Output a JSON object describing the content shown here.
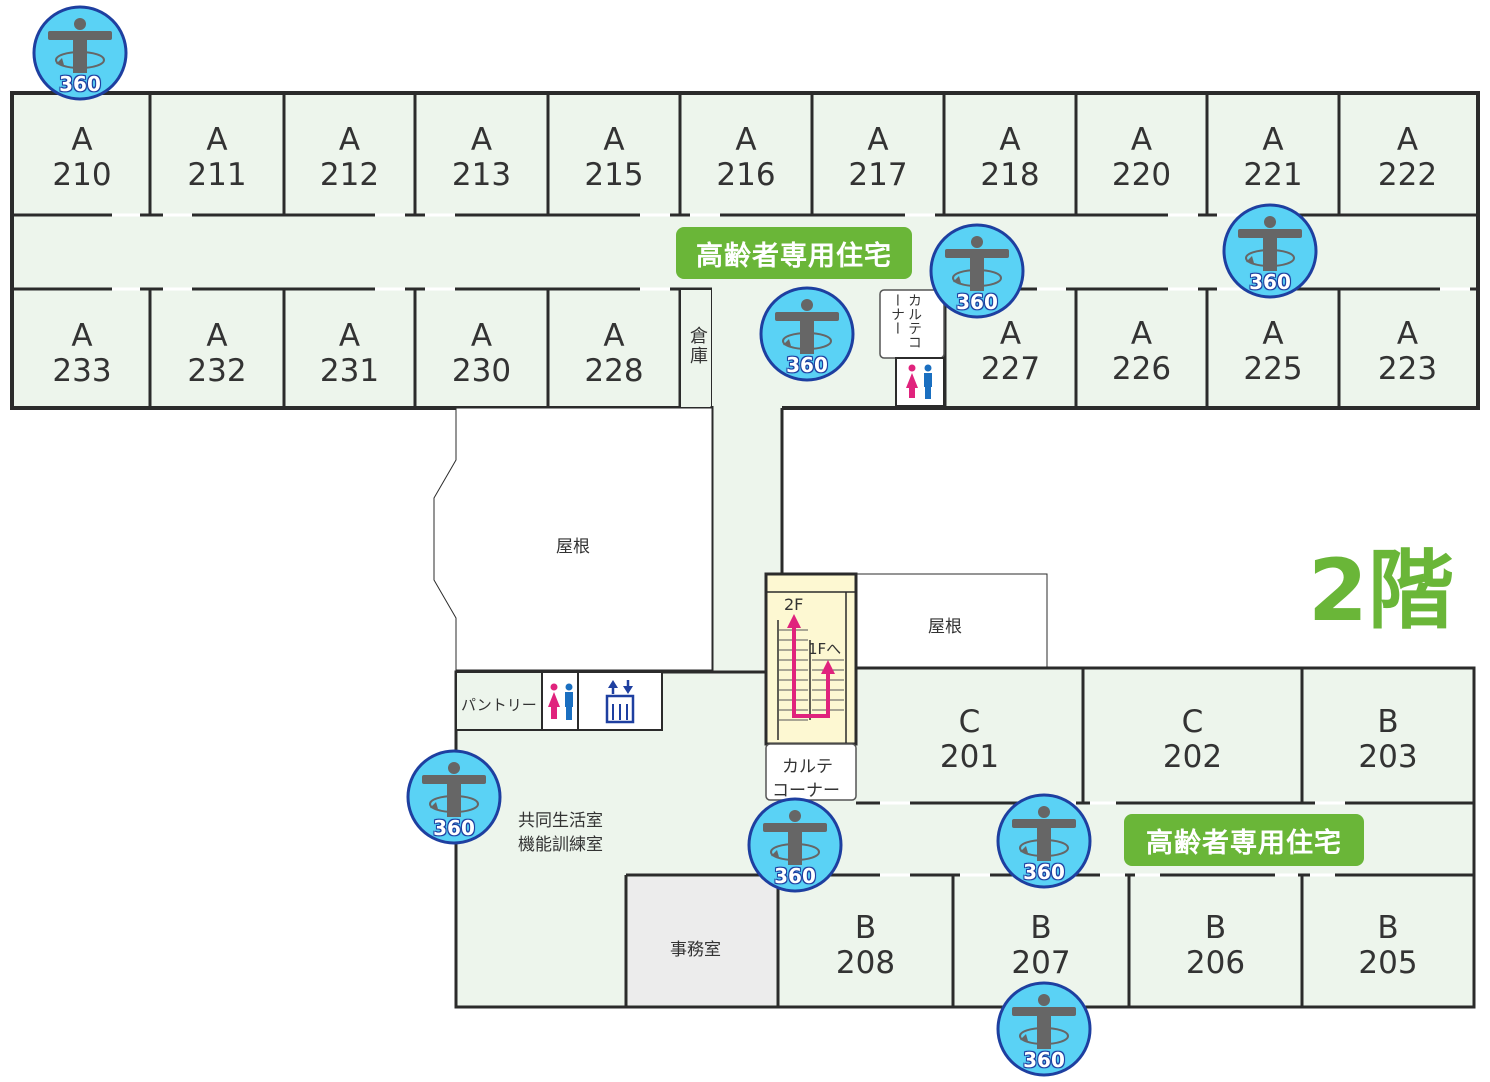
{
  "floor_label": "2階",
  "banners": {
    "upper": "高齢者専用住宅",
    "lower": "高齢者専用住宅"
  },
  "rooms": {
    "a210": {
      "wing": "A",
      "num": "210"
    },
    "a211": {
      "wing": "A",
      "num": "211"
    },
    "a212": {
      "wing": "A",
      "num": "212"
    },
    "a213": {
      "wing": "A",
      "num": "213"
    },
    "a215": {
      "wing": "A",
      "num": "215"
    },
    "a216": {
      "wing": "A",
      "num": "216"
    },
    "a217": {
      "wing": "A",
      "num": "217"
    },
    "a218": {
      "wing": "A",
      "num": "218"
    },
    "a220": {
      "wing": "A",
      "num": "220"
    },
    "a221": {
      "wing": "A",
      "num": "221"
    },
    "a222": {
      "wing": "A",
      "num": "222"
    },
    "a233": {
      "wing": "A",
      "num": "233"
    },
    "a232": {
      "wing": "A",
      "num": "232"
    },
    "a231": {
      "wing": "A",
      "num": "231"
    },
    "a230": {
      "wing": "A",
      "num": "230"
    },
    "a228": {
      "wing": "A",
      "num": "228"
    },
    "a227": {
      "wing": "A",
      "num": "227"
    },
    "a226": {
      "wing": "A",
      "num": "226"
    },
    "a225": {
      "wing": "A",
      "num": "225"
    },
    "a223": {
      "wing": "A",
      "num": "223"
    },
    "c201": {
      "wing": "C",
      "num": "201"
    },
    "c202": {
      "wing": "C",
      "num": "202"
    },
    "b203": {
      "wing": "B",
      "num": "203"
    },
    "b208": {
      "wing": "B",
      "num": "208"
    },
    "b207": {
      "wing": "B",
      "num": "207"
    },
    "b206": {
      "wing": "B",
      "num": "206"
    },
    "b205": {
      "wing": "B",
      "num": "205"
    }
  },
  "labels": {
    "storage": "倉庫",
    "karte_upper": "カルテコーナー",
    "roof_left": "屋根",
    "roof_right": "屋根",
    "pantry": "パントリー",
    "karte_lower_1": "カルテ",
    "karte_lower_2": "コーナー",
    "common_room_1": "共同生活室",
    "common_room_2": "機能訓練室",
    "office": "事務室",
    "stairs_up": "2F",
    "stairs_down": "1Fへ"
  },
  "camera_badge": "360",
  "colors": {
    "room_fill": "#edf5ec",
    "wall": "#2b2b2b",
    "accent_green": "#6ab638",
    "camera_blue": "#5ad2f5",
    "stairs_fill": "#fdf8d2",
    "arrow_pink": "#e0237d",
    "office_fill": "#ececec"
  }
}
